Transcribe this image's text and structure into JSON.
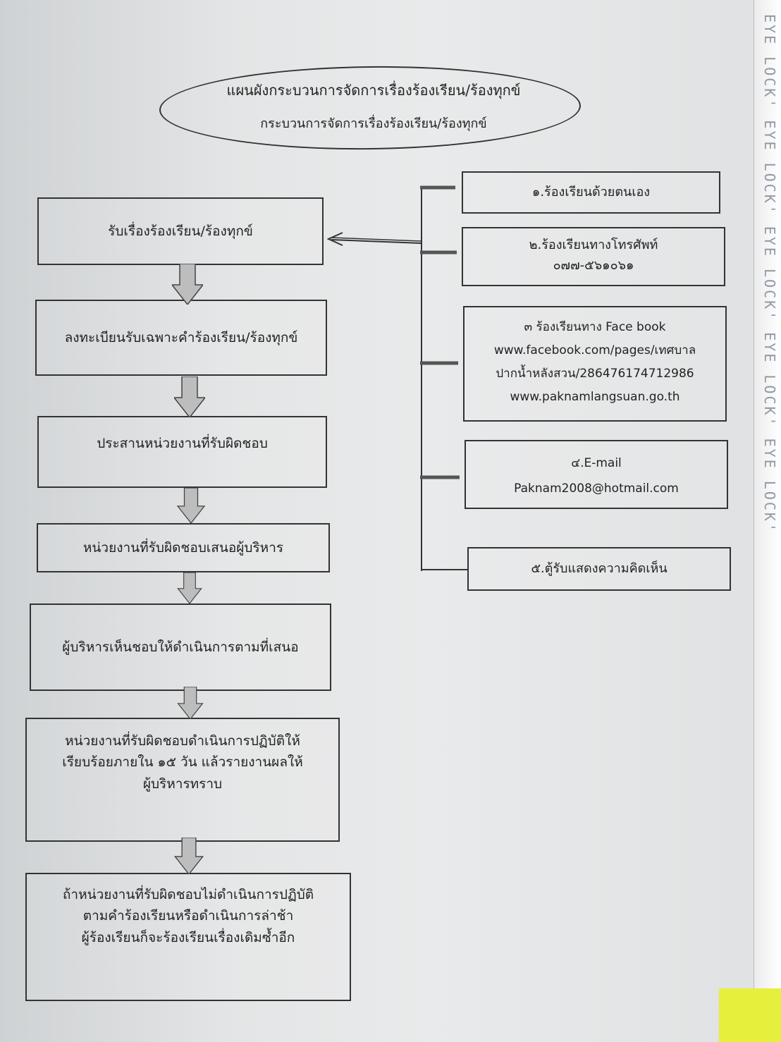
{
  "header": {
    "title": "แผนผังกระบวนการจัดการเรื่องร้องเรียน/ร้องทุกข์",
    "subtitle": "กระบวนการจัดการเรื่องร้องเรียน/ร้องทุกข์"
  },
  "flow": {
    "step1": "รับเรื่องร้องเรียน/ร้องทุกข์",
    "step2": "ลงทะเบียนรับเฉพาะคำร้องเรียน/ร้องทุกข์",
    "step3": "ประสานหน่วยงานที่รับผิดชอบ",
    "step4": "หน่วยงานที่รับผิดชอบเสนอผู้บริหาร",
    "step5": "ผู้บริหารเห็นชอบให้ดำเนินการตามที่เสนอ",
    "step6": [
      "หน่วยงานที่รับผิดชอบดำเนินการปฏิบัติให้",
      "เรียบร้อยภายใน ๑๕ วัน แล้วรายงานผลให้",
      "ผู้บริหารทราบ"
    ],
    "step7": [
      "ถ้าหน่วยงานที่รับผิดชอบไม่ดำเนินการปฏิบัติ",
      "ตามคำร้องเรียนหรือดำเนินการล่าช้า",
      "ผู้ร้องเรียนก็จะร้องเรียนเรื่องเดิมซ้ำอีก"
    ]
  },
  "channels": {
    "c1": "๑.ร้องเรียนด้วยตนเอง",
    "c2": [
      "๒.ร้องเรียนทางโทรศัพท์",
      "๐๗๗-๕๖๑๐๖๑"
    ],
    "c3": [
      "๓ ร้องเรียนทาง Face book",
      "www.facebook.com/pages/เทศบาล",
      "ปากน้ำหลังสวน/286476174712986",
      "www.paknamlangsuan.go.th"
    ],
    "c4": [
      "๔.E-mail",
      "Paknam2008@hotmail.com"
    ],
    "c5": "๕.ตู้รับแสดงความคิดเห็น"
  },
  "edge_text": "EYE LOCK' EYE LOCK' EYE LOCK' EYE LOCK' EYE LOCK'"
}
